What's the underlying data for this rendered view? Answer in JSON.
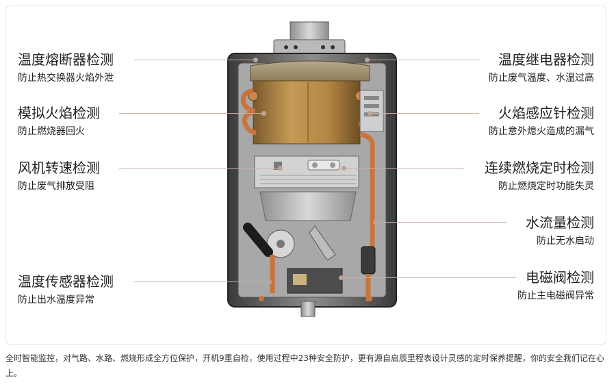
{
  "left_labels": [
    {
      "title": "温度熔断器检测",
      "sub": "防止热交换器火焰外泄"
    },
    {
      "title": "模拟火焰检测",
      "sub": "防止燃烧器回火"
    },
    {
      "title": "风机转速检测",
      "sub": "防止废气排放受阻"
    },
    {
      "title": "温度传感器检测",
      "sub": "防止出水温度异常"
    }
  ],
  "right_labels": [
    {
      "title": "温度继电器检测",
      "sub": "防止废气温度、水温过高"
    },
    {
      "title": "火焰感应针检测",
      "sub": "防止意外熄火造成的漏气"
    },
    {
      "title": "连续燃烧定时检测",
      "sub": "防止燃烧定时功能失灵"
    },
    {
      "title": "水流量检测",
      "sub": "防止无水启动"
    },
    {
      "title": "电磁阀检测",
      "sub": "防止主电磁阀异常"
    }
  ],
  "caption": "全时智能监控，对气路、水路、燃烧形成全方位保护，开机9重自检，使用过程中23种安全防护，更有源自启辰里程表设计灵感的定时保养提醒，你的安全我们记在心上。"
}
